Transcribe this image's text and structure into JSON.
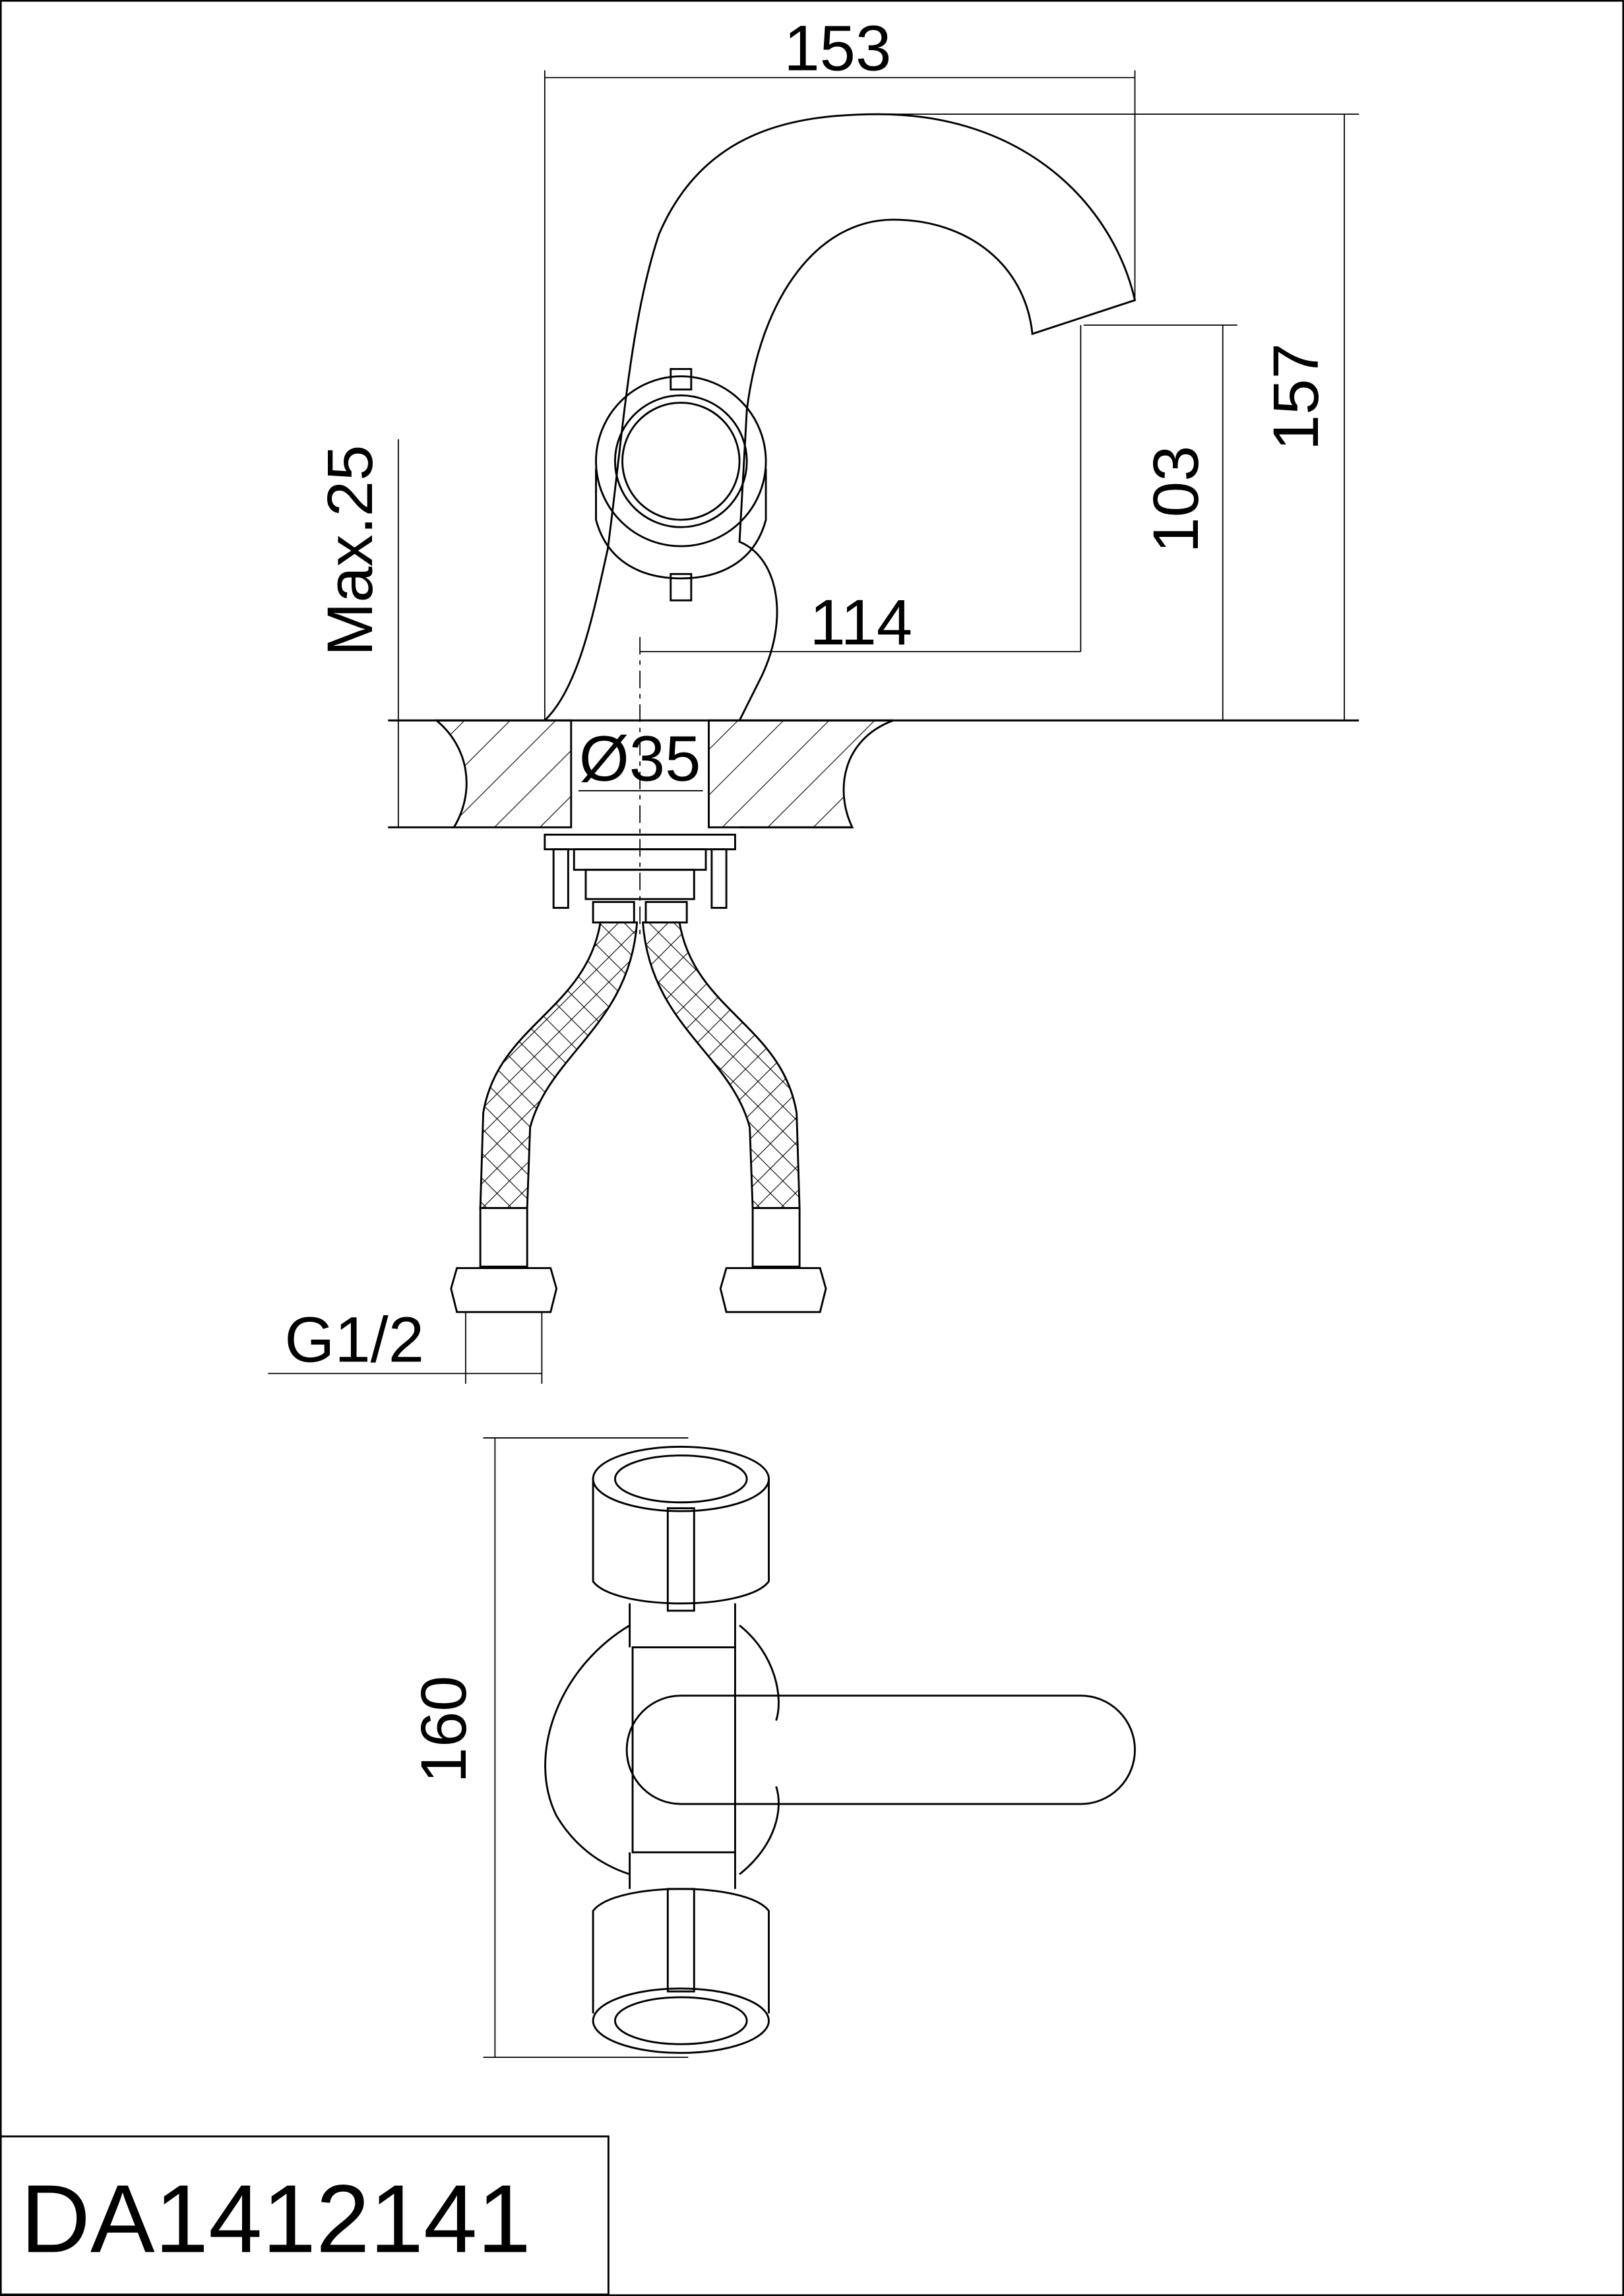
{
  "drawing": {
    "model_code": "DA1412141",
    "dimensions": {
      "spout_reach": "153",
      "total_height": "157",
      "spout_height": "103",
      "handle_to_spout": "114",
      "max_deck_thickness": "Max.25",
      "hole_diameter": "Ø35",
      "connection_thread": "G1/2",
      "top_view_length": "160"
    },
    "line_color": "#000000",
    "background_color": "#ffffff"
  }
}
